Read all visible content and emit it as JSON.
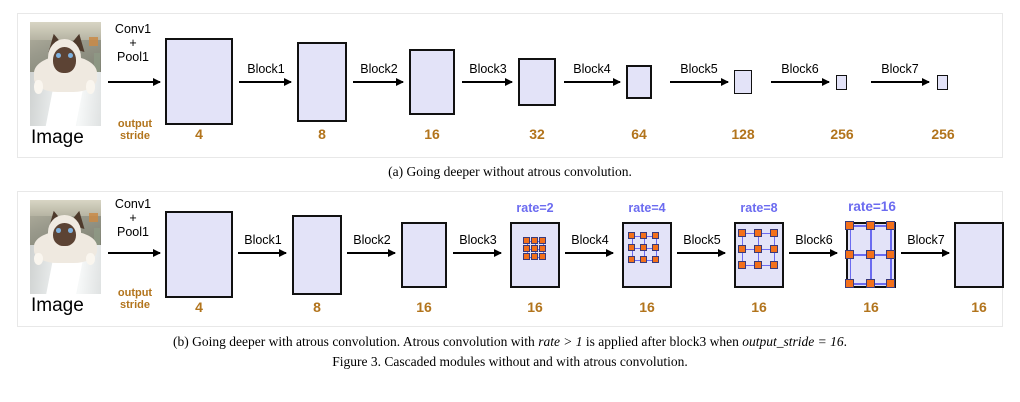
{
  "figure": {
    "number": "Figure 3.",
    "title": "Cascaded modules without and with atrous convolution.",
    "full_figure_caption": "Figure 3. Cascaded modules without and with atrous convolution."
  },
  "colors": {
    "block_fill": "#e3e3f8",
    "block_border": "#111111",
    "stride_text": "#b2741c",
    "rate_text": "#6b6bf0",
    "kernel_dot": "#f3701b",
    "kernel_line": "#6b6bf0",
    "panel_border": "#e8e8e8",
    "background": "#ffffff"
  },
  "panel_a": {
    "id": "panel-a",
    "caption": "(a) Going deeper without atrous convolution.",
    "input_label": "Image",
    "input_icon": "cat-photo",
    "stride_label_line1": "output",
    "stride_label_line2": "stride",
    "operations": [
      "Conv1\n+\nPool1",
      "Block1",
      "Block2",
      "Block3",
      "Block4",
      "Block5",
      "Block6",
      "Block7"
    ],
    "op_labels": [
      {
        "line1": "Conv1",
        "line2": "+",
        "line3": "Pool1"
      },
      {
        "line1": "Block1"
      },
      {
        "line1": "Block2"
      },
      {
        "line1": "Block3"
      },
      {
        "line1": "Block4"
      },
      {
        "line1": "Block5"
      },
      {
        "line1": "Block6"
      },
      {
        "line1": "Block7"
      }
    ],
    "output_strides": [
      "4",
      "8",
      "16",
      "32",
      "64",
      "128",
      "256",
      "256"
    ]
  },
  "panel_b": {
    "id": "panel-b",
    "caption_text": "(b) Going deeper with atrous convolution. Atrous convolution with ",
    "caption_math1": "rate > 1",
    "caption_mid": " is applied after block3 when ",
    "caption_math2": "output_stride = 16",
    "caption_end": ".",
    "caption_full": "(b) Going deeper with atrous convolution. Atrous convolution with rate > 1 is applied after block3 when output_stride = 16.",
    "input_label": "Image",
    "input_icon": "cat-photo",
    "stride_label_line1": "output",
    "stride_label_line2": "stride",
    "op_labels": [
      {
        "line1": "Conv1",
        "line2": "+",
        "line3": "Pool1"
      },
      {
        "line1": "Block1"
      },
      {
        "line1": "Block2"
      },
      {
        "line1": "Block3"
      },
      {
        "line1": "Block4"
      },
      {
        "line1": "Block5"
      },
      {
        "line1": "Block6"
      },
      {
        "line1": "Block7"
      }
    ],
    "output_strides": [
      "4",
      "8",
      "16",
      "16",
      "16",
      "16",
      "16",
      "16"
    ],
    "rate_labels": [
      "rate=2",
      "rate=4",
      "rate=8",
      "rate=16"
    ],
    "kernel_grid": "3x3"
  },
  "chart_data": {
    "type": "diagram",
    "title": "Cascaded modules without and with atrous convolution",
    "panels": [
      {
        "name": "(a) Going deeper without atrous convolution.",
        "stages": [
          {
            "op": "Conv1 + Pool1",
            "output_stride": 4,
            "block_w": 68,
            "block_h": 87
          },
          {
            "op": "Block1",
            "output_stride": 8,
            "block_w": 50,
            "block_h": 80
          },
          {
            "op": "Block2",
            "output_stride": 16,
            "block_w": 46,
            "block_h": 66
          },
          {
            "op": "Block3",
            "output_stride": 32,
            "block_w": 38,
            "block_h": 48
          },
          {
            "op": "Block4",
            "output_stride": 64,
            "block_w": 26,
            "block_h": 34
          },
          {
            "op": "Block5",
            "output_stride": 128,
            "block_w": 18,
            "block_h": 24
          },
          {
            "op": "Block6",
            "output_stride": 256,
            "block_w": 11,
            "block_h": 15
          },
          {
            "op": "Block7",
            "output_stride": 256,
            "block_w": 11,
            "block_h": 15
          }
        ]
      },
      {
        "name": "(b) Going deeper with atrous convolution.",
        "stages": [
          {
            "op": "Conv1 + Pool1",
            "output_stride": 4,
            "rate": null,
            "block_w": 68,
            "block_h": 87
          },
          {
            "op": "Block1",
            "output_stride": 8,
            "rate": null,
            "block_w": 50,
            "block_h": 80
          },
          {
            "op": "Block2",
            "output_stride": 16,
            "rate": null,
            "block_w": 46,
            "block_h": 66
          },
          {
            "op": "Block3",
            "output_stride": 16,
            "rate": 2,
            "block_w": 51,
            "block_h": 66
          },
          {
            "op": "Block4",
            "output_stride": 16,
            "rate": 4,
            "block_w": 51,
            "block_h": 66
          },
          {
            "op": "Block5",
            "output_stride": 16,
            "rate": 8,
            "block_w": 51,
            "block_h": 66
          },
          {
            "op": "Block6",
            "output_stride": 16,
            "rate": 16,
            "block_w": 51,
            "block_h": 66
          },
          {
            "op": "Block7",
            "output_stride": 16,
            "rate": null,
            "block_w": 51,
            "block_h": 66
          }
        ]
      }
    ]
  }
}
